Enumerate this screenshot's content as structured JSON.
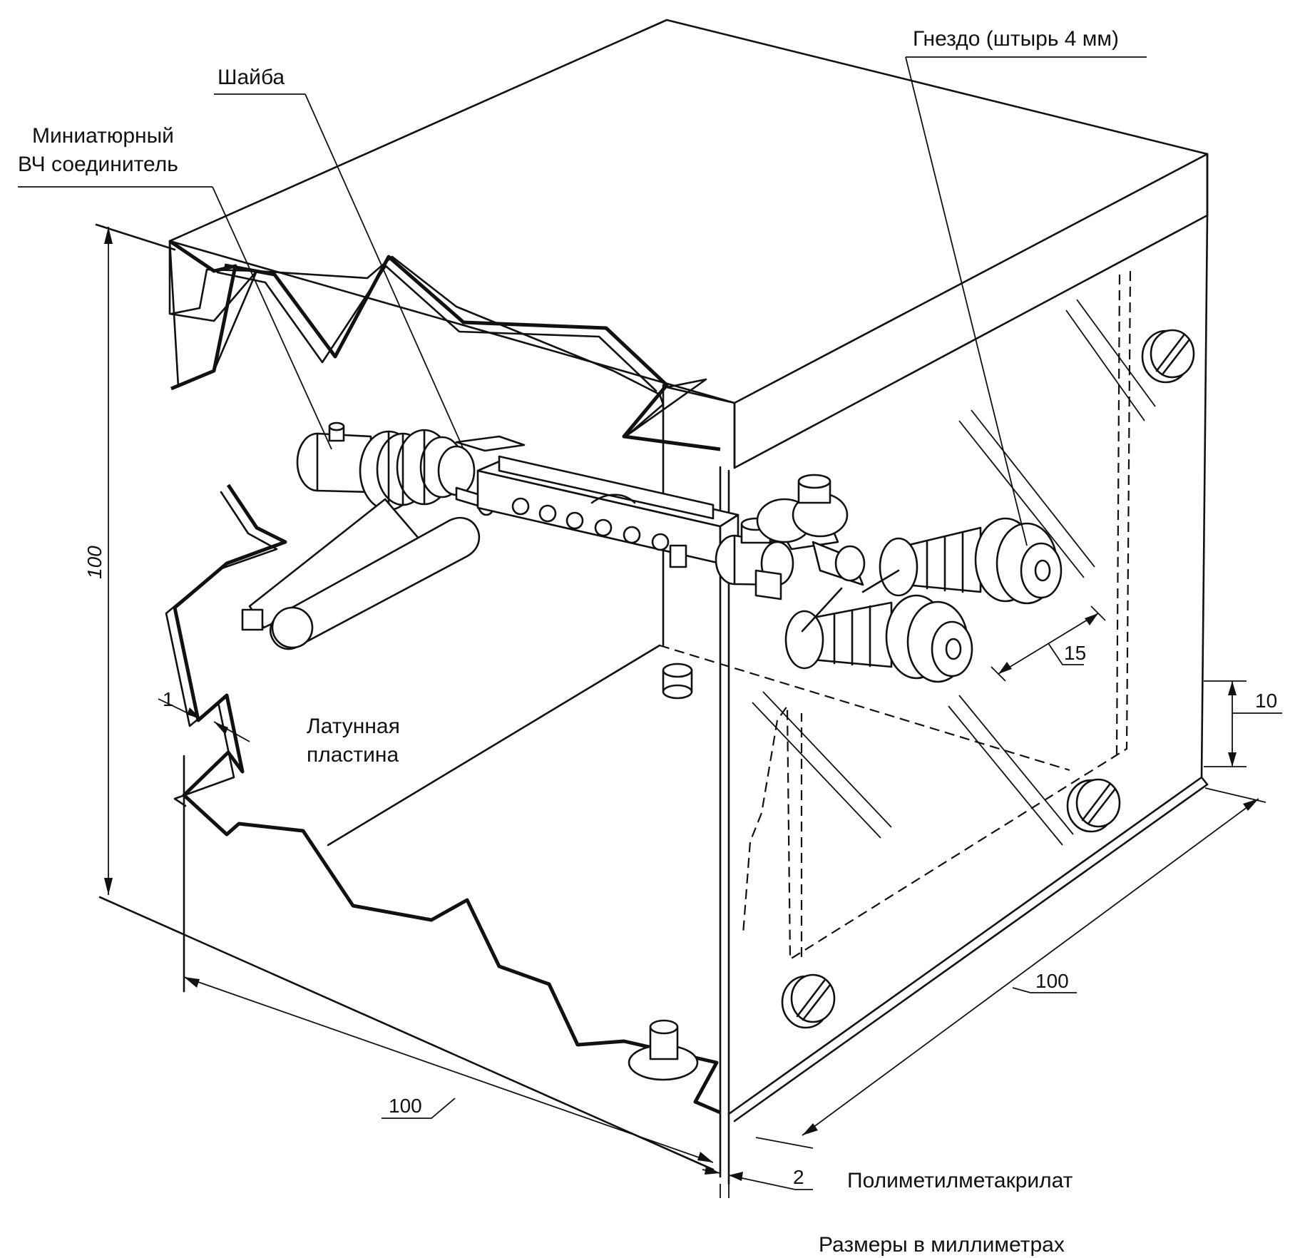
{
  "labels": {
    "socket": "Гнездо (штырь 4 мм)",
    "washer": "Шайба",
    "connector_line1": "Миниатюрный",
    "connector_line2": "ВЧ соединитель",
    "brass_line1": "Латунная",
    "brass_line2": "пластина",
    "pmma": "Полиметилметакрилат",
    "units_note": "Размеры в миллиметрах"
  },
  "dimensions": {
    "height": "100",
    "wall": "1",
    "bottom_width": "100",
    "right_depth": "100",
    "pin_spacing": "15",
    "top_offset": "10",
    "panel_thickness": "2"
  }
}
